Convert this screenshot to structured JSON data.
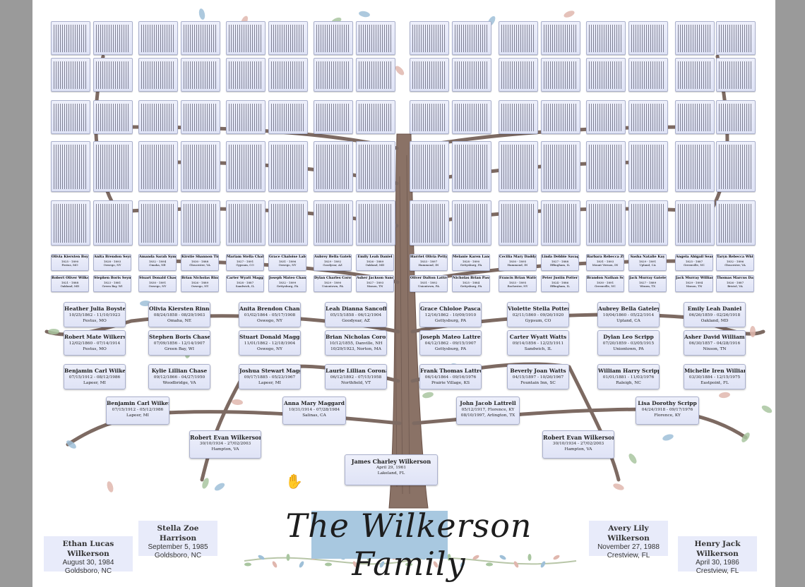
{
  "title": {
    "part1": "The",
    "highlight": "Wilkerson",
    "part2": "Family"
  },
  "root": {
    "name": "James Charley Wilkerson",
    "date": "April 29, 1961",
    "place": "Lakeland, FL"
  },
  "parents": [
    {
      "name": "Robert Evan Wilkerson",
      "date": "30/10/1934 - 27/02/2003",
      "place": "Hampton, VA"
    },
    {
      "name": "Robert Evan Wilkerson",
      "date": "30/10/1934 - 27/02/2003",
      "place": "Hampton, VA"
    }
  ],
  "grandparents": [
    {
      "name": "Benjamin Carl Wilkerson",
      "date": "07/15/1912 - 05/12/1986",
      "place": "Lapeer, MI"
    },
    {
      "name": "Anna Mary Maggard",
      "date": "10/31/1914 - 07/28/1984",
      "place": "Salinas, CA"
    },
    {
      "name": "John Jacob Lattrell",
      "date": "05/12/1917, Florence, KY",
      "place": "08/10/1997, Arlington, TX"
    },
    {
      "name": "Lisa Dorothy Scripp",
      "date": "04/24/1918 - 09/17/1976",
      "place": "Florence, KY"
    }
  ],
  "gen3": [
    {
      "name": "Benjamin Carl Wilkerson",
      "date": "07/15/1912 - 08/12/1986",
      "place": "Lapeer, MI"
    },
    {
      "name": "Kylie Lillian Chase",
      "date": "09/12/1866 - 04/27/1950",
      "place": "Woodbridge, VA"
    },
    {
      "name": "Joshua Stewart Maggard",
      "date": "09/17/1885 - 05/23/1967",
      "place": "Lapeer, MI"
    },
    {
      "name": "Laurie Lillian Corona",
      "date": "06/12/1892 - 07/15/1958",
      "place": "Northfield, VT"
    },
    {
      "name": "Frank Thomas Lattrell",
      "date": "06/14/1864 - 09/16/1976",
      "place": "Prairie Village, KS"
    },
    {
      "name": "Beverly Joan Watts",
      "date": "04/15/1897 - 10/26/1967",
      "place": "Fountain Inn, SC"
    },
    {
      "name": "William Harry Scripp",
      "date": "01/01/1881 - 11/03/1976",
      "place": "Raleigh, NC"
    },
    {
      "name": "Michelle Iren Williams",
      "date": "03/30/1884 - 12/15/1975",
      "place": "Eastpoint, FL"
    }
  ],
  "gen4a": [
    {
      "name": "Robert Mate Wilkerson",
      "date": "12/02/1860 - 07/14/1914",
      "place": "Festus, MO"
    },
    {
      "name": "Stephen Boris Chase",
      "date": "07/09/1856 - 12/14/1907",
      "place": "Green Bay, WI"
    },
    {
      "name": "Stuart Donald Maggard",
      "date": "11/01/1862 - 12/18/1904",
      "place": "Oswego, NY"
    },
    {
      "name": "Brian Nicholas Corona",
      "date": "10/12/1855, Danville, NH",
      "place": "10/29/1923, Norton, MA"
    },
    {
      "name": "Joseph Mateo Lattrell",
      "date": "04/12/1862 - 09/15/1907",
      "place": "Gettysburg, PA"
    },
    {
      "name": "Carter Wyatt Watts",
      "date": "09/14/1856 - 12/25/1911",
      "place": "Sandwich, IL"
    },
    {
      "name": "Dylan Leo Scripp",
      "date": "07/20/1859 - 03/05/1915",
      "place": "Uniontown, PA"
    },
    {
      "name": "Asher David Williams",
      "date": "06/30/1857 - 04/28/1916",
      "place": "Nixson, TN"
    }
  ],
  "gen4b": [
    {
      "name": "Heather Julia Boyster",
      "date": "10/25/1862 - 11/10/1923",
      "place": "Festus, MO"
    },
    {
      "name": "Olivia Kiersten Rinner",
      "date": "08/24/1858 - 08/29/1903",
      "place": "Omaha, NE"
    },
    {
      "name": "Anita Brendon Chandler",
      "date": "01/02/1864 - 05/17/1908",
      "place": "Oswego, NY"
    },
    {
      "name": "Leah Dianna Sancoff",
      "date": "05/15/1858 - 06/12/1904",
      "place": "Goodyear, AZ"
    },
    {
      "name": "Grace Chloloe Pascali",
      "date": "12/16/1862 - 10/09/1910",
      "place": "Gettysburg, PA"
    },
    {
      "name": "Violette Stella Potter",
      "date": "02/11/1860 - 09/26/1920",
      "place": "Gypsum, CO"
    },
    {
      "name": "Aubrey Bella Gateley",
      "date": "10/04/1860 - 05/22/1914",
      "place": "Upland, CA"
    },
    {
      "name": "Emily Leah Daniel",
      "date": "06/26/1859 - 02/26/1918",
      "place": "Oakland, MD"
    }
  ],
  "gen5a": [
    {
      "name": "Robert Oliver Wilkerson",
      "date": "1821 - 1888",
      "place": "Oakland, MD"
    },
    {
      "name": "Stephen Boris Seymor",
      "date": "1823 - 1881",
      "place": "Green Bay, WI"
    },
    {
      "name": "Stuart Donald Chase",
      "date": "1830 - 1891",
      "place": "Oswego, NY"
    },
    {
      "name": "Brian Nicholas Rinner",
      "date": "1826 - 1889",
      "place": "Oswego, NY"
    },
    {
      "name": "Carter Wyatt Maggard",
      "date": "1828 - 1887",
      "place": "Sandwich, IL"
    },
    {
      "name": "Joseph Mateo Chandler",
      "date": "1832 - 1899",
      "place": "Gettysburg, PA"
    },
    {
      "name": "Dylan Charles Corona",
      "date": "1829 - 1890",
      "place": "Uniontown, PA"
    },
    {
      "name": "Asher Jackson Sancoff",
      "date": "1827 - 1893",
      "place": "Nixson, TN"
    },
    {
      "name": "Oliver Dalton Lattrell",
      "date": "1831 - 1892",
      "place": "Uniontown, PA"
    },
    {
      "name": "Nicholas Brian Pascali",
      "date": "1825 - 1884",
      "place": "Gettysburg, PA"
    },
    {
      "name": "Francis Brian Watts",
      "date": "1833 - 1895",
      "place": "Rochester, NY"
    },
    {
      "name": "Peter Justin Potter",
      "date": "1824 - 1886",
      "place": "Effingham, IL"
    },
    {
      "name": "Brandon Nathan Scripp",
      "date": "1830 - 1891",
      "place": "Greenville, NC"
    },
    {
      "name": "Jack Murray Gateley",
      "date": "1827 - 1889",
      "place": "Wixom, TX"
    },
    {
      "name": "Jack Murray Williams",
      "date": "1829 - 1894",
      "place": "Nixson, TN"
    },
    {
      "name": "Thomas Marcus Daniel",
      "date": "1826 - 1887",
      "place": "Bristol, VA"
    }
  ],
  "gen5b": [
    {
      "name": "Olivia Kiersten Boyster",
      "date": "1825 - 1890",
      "place": "Festus, MO"
    },
    {
      "name": "Anita Brendon Seymor",
      "date": "1828 - 1893",
      "place": "Oswego, NY"
    },
    {
      "name": "Amanda Sarah Symon",
      "date": "1832 - 1894",
      "place": "Omaha, NE"
    },
    {
      "name": "Kirstie Shannon Tinkler",
      "date": "1830 - 1888",
      "place": "Gloucester, VA"
    },
    {
      "name": "Mariam Stella Chalkner",
      "date": "1827 - 1891",
      "place": "Gypsum, CO"
    },
    {
      "name": "Grace Chaloise Labbazon",
      "date": "1831 - 1896",
      "place": "Oswego, NY"
    },
    {
      "name": "Aubrey Bella Gateley",
      "date": "1829 - 1892",
      "place": "Goodyear, AZ"
    },
    {
      "name": "Emily Leah Daniel",
      "date": "1826 - 1889",
      "place": "Oakland, MD"
    },
    {
      "name": "Harriet Olivia Petty",
      "date": "1833 - 1897",
      "place": "Hammond, IN"
    },
    {
      "name": "Melanie Karen Lane",
      "date": "1828 - 1890",
      "place": "Gettysburg, PA"
    },
    {
      "name": "Cecilia Mary Daddy",
      "date": "1830 - 1895",
      "place": "Hammond, IN"
    },
    {
      "name": "Linda Debbie Savage",
      "date": "1827 - 1888",
      "place": "Effingham, IL"
    },
    {
      "name": "Barbara Rebecca Zhang",
      "date": "1831 - 1893",
      "place": "Mount Vernon, IN"
    },
    {
      "name": "Sasha Natalie Kay",
      "date": "1829 - 1891",
      "place": "Upland, CA"
    },
    {
      "name": "Angela Abigail Sears",
      "date": "1825 - 1887",
      "place": "Greenville, NC"
    },
    {
      "name": "Taryn Rebecca White",
      "date": "1832 - 1896",
      "place": "Gloucester, VA"
    }
  ],
  "siblings": [
    {
      "name": "Ethan Lucas Wilkerson",
      "date": "August 30, 1984",
      "place": "Goldsboro, NC"
    },
    {
      "name": "Stella Zoe Harrison",
      "date": "September 5, 1985",
      "place": "Goldsboro, NC"
    },
    {
      "name": "Avery Lily Wilkerson",
      "date": "November 27, 1988",
      "place": "Crestview, FL"
    },
    {
      "name": "Henry Jack Wilkerson",
      "date": "April 30, 1986",
      "place": "Crestview, FL"
    }
  ],
  "colors": {
    "trunk": "#8a7266",
    "branch": "#7d6a62",
    "scroll": "#e4e7f8",
    "highlight": "#a8c8e0",
    "leaf_green": "#a9c6a0",
    "leaf_blue": "#9fc0d8",
    "leaf_pink": "#e0b7ae"
  },
  "icons": {
    "cursor": "hand-pointer-icon"
  }
}
